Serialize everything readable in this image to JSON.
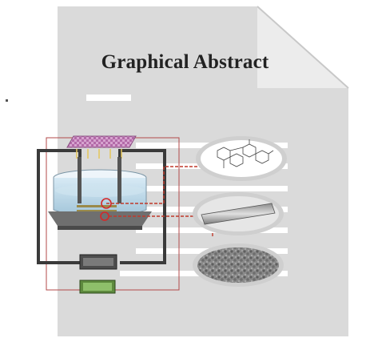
{
  "document": {
    "heading": "Graphical Abstract"
  },
  "figure": {
    "description_icon": "document-page-watermark",
    "panels": [
      {
        "name": "molecular-structure-panel",
        "content_icon": "chemical-structure-icon"
      },
      {
        "name": "electrode-surface-panel",
        "content_icon": "electrode-rod-icon"
      },
      {
        "name": "porous-film-panel",
        "content_icon": "porous-texture-icon"
      }
    ],
    "apparatus": {
      "name": "electrochemical-cell",
      "components": [
        "light-source-icon",
        "beaker-icon",
        "magnetic-stirrer-icon",
        "potentiostat-icon",
        "power-supply-icon"
      ]
    }
  },
  "colors": {
    "watermark_gray": "#d7d7d7",
    "watermark_dark": "#bdbdbd",
    "panel_bg": "#ffffff",
    "connector_red": "#c0392b",
    "frame_dark": "#3a3a3a",
    "cell_blue": "#b9d6e6",
    "light_pink": "#c987c0",
    "supply_green": "#6aa84f"
  }
}
